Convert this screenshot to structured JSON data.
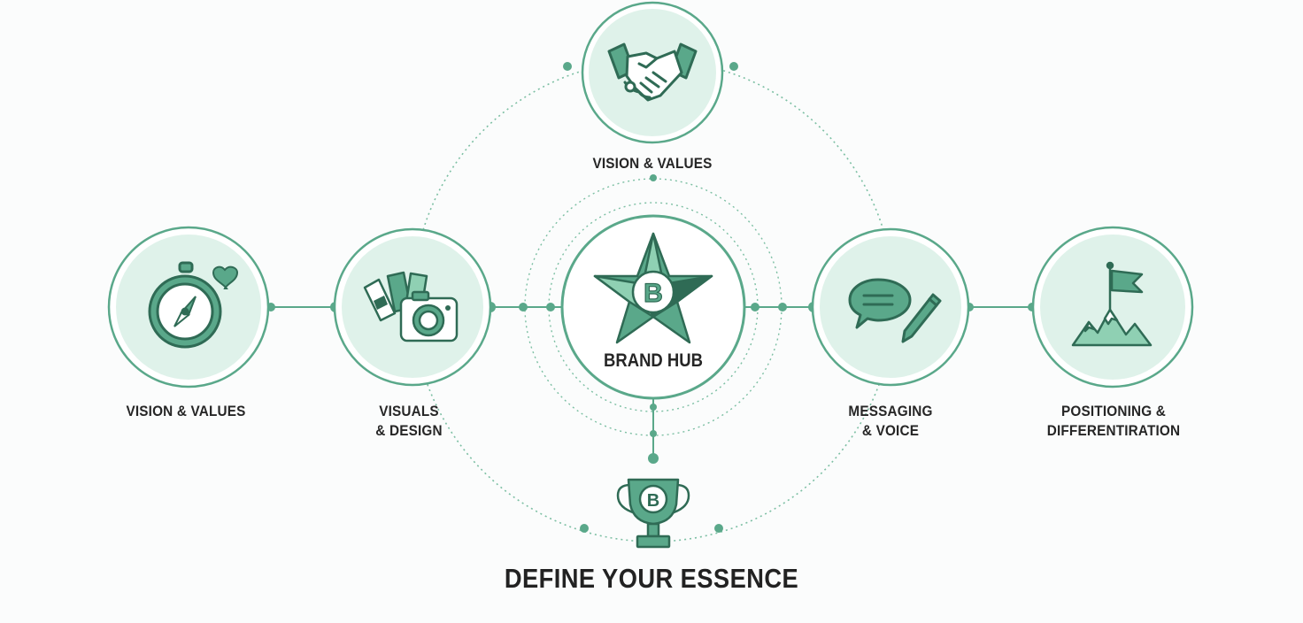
{
  "hub": {
    "label": "BRAND HUB",
    "icon": "star-b-icon"
  },
  "nodes": {
    "top": {
      "label": "VISION & VALUES",
      "icon": "handshake-icon"
    },
    "far_left": {
      "label": "VISION & VALUES",
      "icon": "compass-heart-icon"
    },
    "left": {
      "line1": "VISUALS",
      "line2": "& DESIGN",
      "icon": "camera-swatches-icon"
    },
    "right": {
      "line1": "MESSAGING",
      "line2": "& VOICE",
      "icon": "speech-pen-icon"
    },
    "far_right": {
      "line1": "POSITIONING &",
      "line2": "DIFFERENTIRATION",
      "icon": "mountain-flag-icon"
    }
  },
  "footer": {
    "title": "DEFINE YOUR ESSENCE",
    "icon": "trophy-b-icon"
  },
  "colors": {
    "accent": "#5aa88a",
    "accent_dark": "#2f6b55",
    "fill_light": "#dff2ea",
    "fill_mid": "#8fd0b3",
    "background": "#fbfcfc"
  }
}
